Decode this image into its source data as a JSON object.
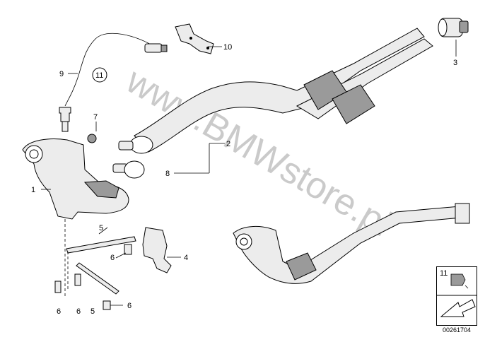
{
  "diagram": {
    "watermark": "www.BMWstore.pl",
    "document_number": "00261704",
    "callouts": {
      "n1": "1",
      "n2": "2",
      "n3": "3",
      "n4": "4",
      "n5a": "5",
      "n5b": "5",
      "n6a": "6",
      "n6b": "6",
      "n6c": "6",
      "n6d": "6",
      "n7": "7",
      "n8": "8",
      "n9": "9",
      "n10": "10",
      "n11_circle": "11",
      "n11_legend": "11"
    }
  }
}
